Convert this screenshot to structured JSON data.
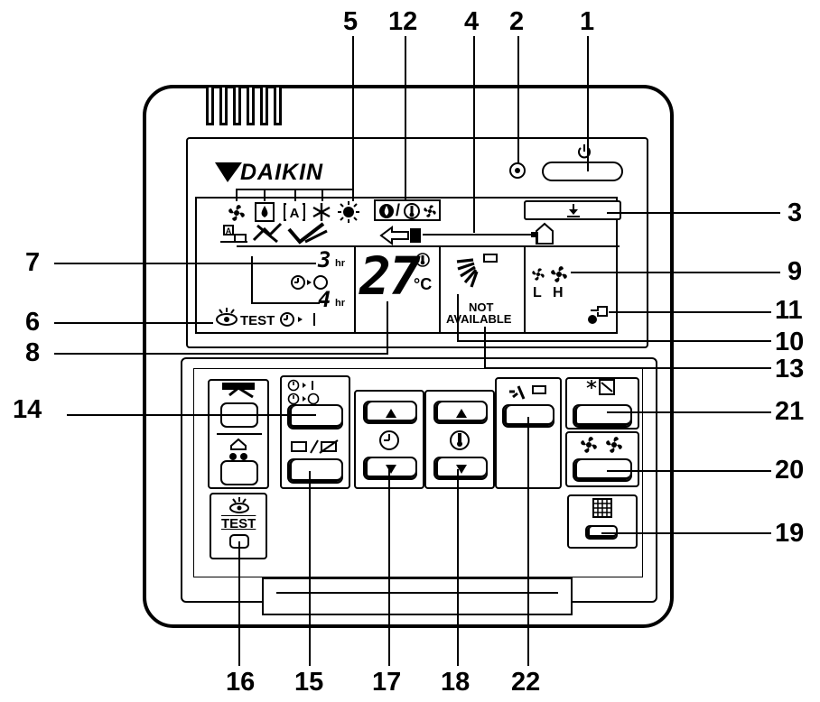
{
  "brand": "DAIKIN",
  "lcd": {
    "timer_off_hours": "3",
    "timer_on_hours": "4",
    "hr_unit": "hr",
    "temperature": "27",
    "temp_unit": "°C",
    "test_label": "TEST",
    "fan_low": "L",
    "fan_high": "H",
    "not_available_line1": "NOT",
    "not_available_line2": "AVAILABLE"
  },
  "buttons": {
    "test_label": "TEST"
  },
  "callouts": {
    "top": [
      "5",
      "12",
      "4",
      "2",
      "1"
    ],
    "right": [
      "3",
      "9",
      "11",
      "10",
      "13",
      "21",
      "20",
      "19"
    ],
    "left": [
      "7",
      "6",
      "8",
      "14"
    ],
    "bottom": [
      "16",
      "15",
      "17",
      "18",
      "22"
    ]
  },
  "colors": {
    "ink": "#000000",
    "background": "#ffffff"
  }
}
